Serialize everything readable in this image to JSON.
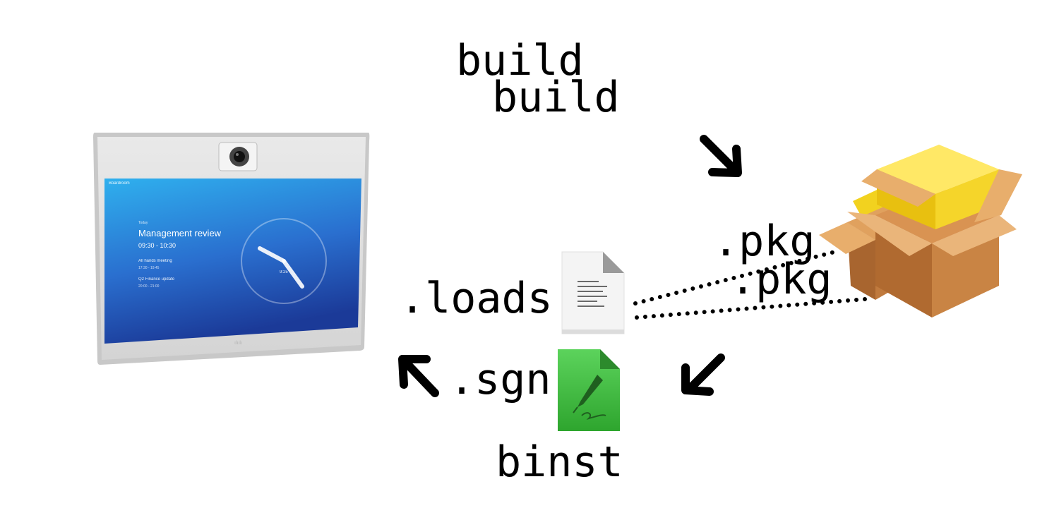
{
  "labels": {
    "build_1": "build",
    "build_2": "build",
    "pkg_1": ".pkg",
    "pkg_2": ".pkg",
    "loads": ".loads",
    "sgn": ".sgn",
    "binst": "binst"
  },
  "device_screen": {
    "brand": "Boardroom",
    "today": "Today",
    "meeting_title": "Management review",
    "meeting_time": "09:30 - 10:30",
    "meeting_2": "All hands meeting",
    "meeting_2_time": "17:30 - 19:45",
    "meeting_3": "Q2 Finance update",
    "meeting_3_time": "20:00 - 21:00",
    "clock_time": "9:25"
  },
  "icons": {
    "device": "video-conferencing-device-icon",
    "package": "package-box-icon",
    "loads_file": "text-document-icon",
    "sgn_file": "signed-document-icon",
    "arrow_build_to_pkg": "arrow-down-right-icon",
    "arrow_pkg_to_sgn": "arrow-down-left-icon",
    "arrow_sgn_to_device": "arrow-up-left-icon"
  },
  "colors": {
    "screen_top": "#29a8ea",
    "screen_bottom": "#1b3f9a",
    "sgn_green": "#3fbf3f",
    "box_brown": "#c07a3e",
    "box_yellow": "#f2d21f"
  }
}
